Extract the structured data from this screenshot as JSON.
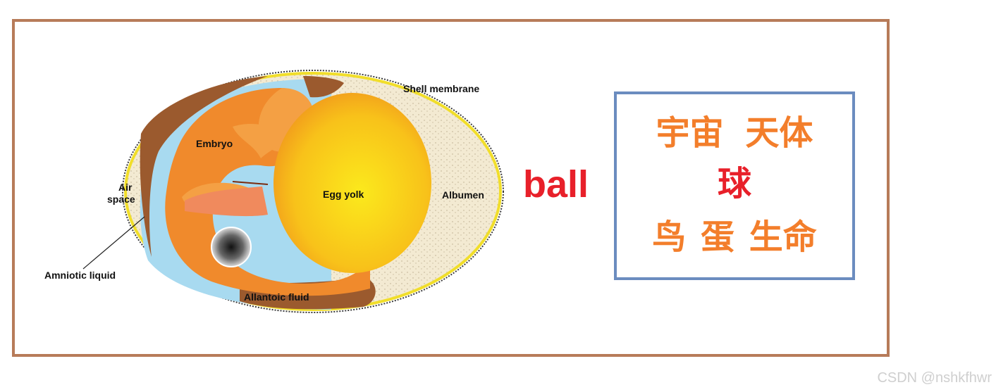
{
  "diagram": {
    "labels": {
      "shell_membrane": "Shell membrane",
      "embryo": "Embryo",
      "air": "Air",
      "space": "space",
      "egg_yolk": "Egg yolk",
      "albumen": "Albumen",
      "amniotic_liquid": "Amniotic liquid",
      "allantoic_fluid": "Allantoic fluid"
    }
  },
  "word": "ball",
  "chinese": {
    "row1": "宇宙 天体",
    "row2": "球",
    "row3": "鸟 蛋 生命"
  },
  "watermark": "CSDN @nshkfhwr",
  "colors": {
    "frame": "#b77b59",
    "box_border": "#6b8cbf",
    "orange": "#f37e2b",
    "red": "#e8202a",
    "yolk": "#f8c21a",
    "albumen": "#f3ead2",
    "amniotic": "#a8daf0",
    "allantois": "#9b5a2e"
  }
}
